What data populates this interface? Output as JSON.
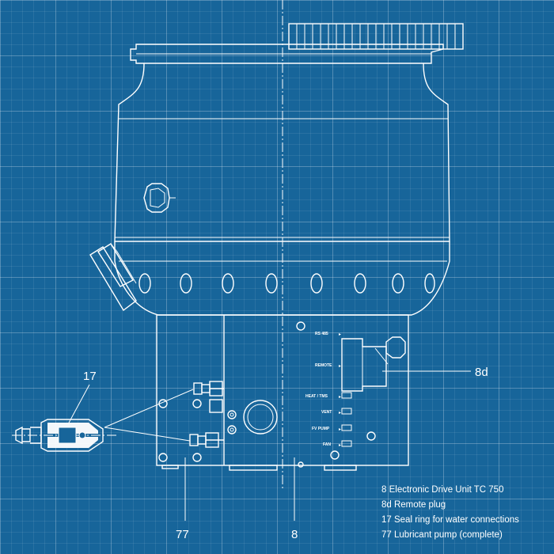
{
  "callouts": {
    "c17": "17",
    "c8d": "8d",
    "c77": "77",
    "c8": "8"
  },
  "panel_labels": [
    "RS 485",
    "REMOTE",
    "HEAT / TMS",
    "VENT",
    "FV PUMP",
    "FAN"
  ],
  "legend": [
    "8 Electronic Drive Unit TC 750",
    "8d Remote plug",
    "17 Seal ring for water connections",
    "77 Lubricant pump (complete)"
  ],
  "colors": {
    "background": "#17659a",
    "line": "#ffffff"
  }
}
